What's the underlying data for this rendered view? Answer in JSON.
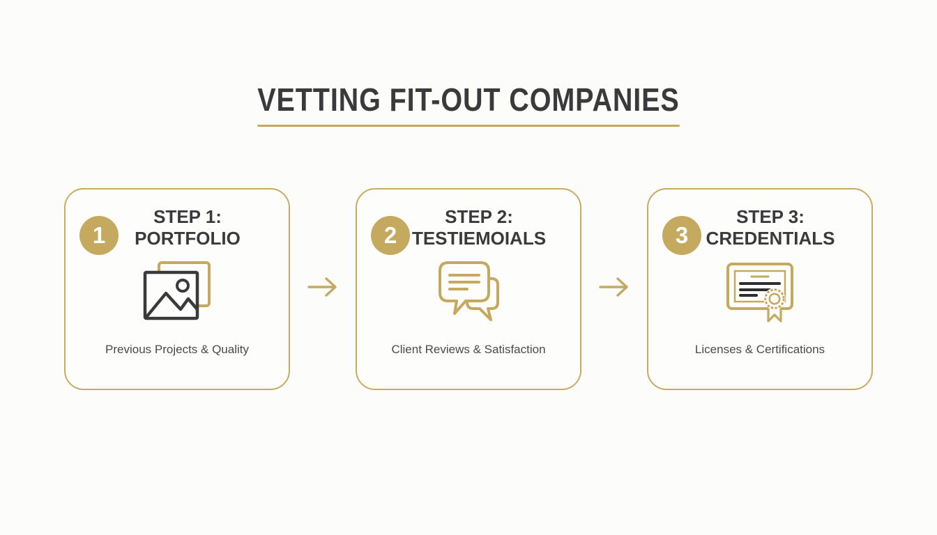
{
  "theme": {
    "background": "#fcfcfa",
    "card_background": "#fdfdfc",
    "gold": "#c5a95e",
    "gold_border": "#c9ab60",
    "dark_text": "#3a3a3c",
    "caption_text": "#4a4a4c",
    "badge_text": "#ffffff"
  },
  "header": {
    "title": "VETTING FIT-OUT COMPANIES"
  },
  "steps": [
    {
      "number": "1",
      "title_line1": "STEP 1:",
      "title_line2": "PORTFOLIO",
      "icon": "picture-icon",
      "caption": "Previous Projects & Quality"
    },
    {
      "number": "2",
      "title_line1": "STEP 2:",
      "title_line2": "TESTIEMOIALS",
      "icon": "chat-bubbles-icon",
      "caption": "Client Reviews & Satisfaction"
    },
    {
      "number": "3",
      "title_line1": "STEP 3:",
      "title_line2": "CREDENTIALS",
      "icon": "certificate-icon",
      "caption": "Licenses & Certifications"
    }
  ],
  "connectors": [
    {
      "icon": "right-arrow-icon"
    },
    {
      "icon": "right-arrow-icon"
    }
  ]
}
